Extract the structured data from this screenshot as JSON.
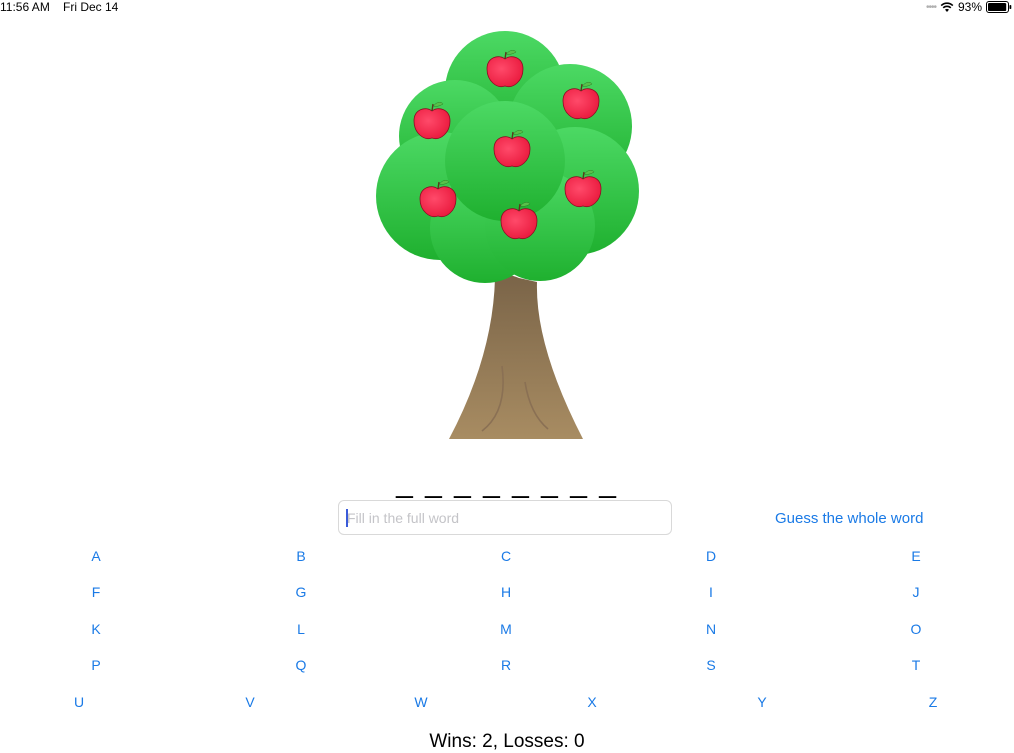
{
  "status_bar": {
    "time": "11:56 AM",
    "date": "Fri Dec 14",
    "battery": "93%",
    "icons": [
      "signal-dots-icon",
      "wifi-icon",
      "battery-icon"
    ]
  },
  "game": {
    "word_display": "_ _ _ _ _ _ _ _",
    "apples_remaining": 7,
    "input": {
      "value": "",
      "placeholder": "Fill in the full word"
    },
    "guess_button_label": "Guess the whole word",
    "score_text": "Wins: 2, Losses: 0"
  },
  "keyboard": {
    "rows": [
      [
        "A",
        "B",
        "C",
        "D",
        "E"
      ],
      [
        "F",
        "G",
        "H",
        "I",
        "J"
      ],
      [
        "K",
        "L",
        "M",
        "N",
        "O"
      ],
      [
        "P",
        "Q",
        "R",
        "S",
        "T"
      ],
      [
        "U",
        "V",
        "W",
        "X",
        "Y",
        "Z"
      ]
    ]
  },
  "colors": {
    "accent": "#1a7ae6",
    "tree_top": "#4cd964",
    "tree_bottom": "#1fb02f",
    "trunk_top": "#7a6448",
    "trunk_bottom": "#a88c62",
    "apple": "#ff2d55"
  }
}
